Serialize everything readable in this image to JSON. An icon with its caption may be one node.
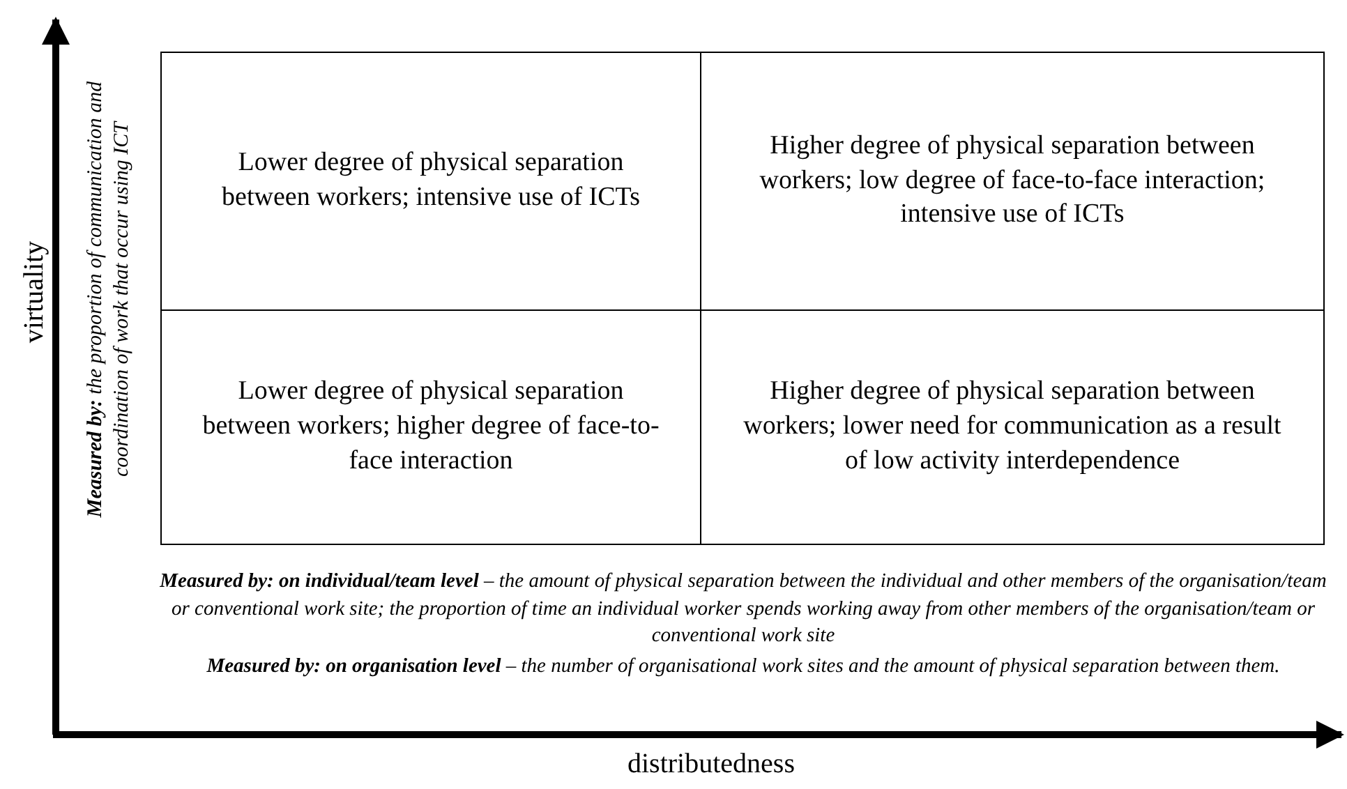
{
  "diagram": {
    "nodes": [
      {
        "text": [
          "Lower degree of physical separation between workers; intensive use of ICTs"
        ]
      },
      {
        "text": [
          "Higher degree of physical separation between workers; low degree of face-to-face interaction; intensive use of ICTs"
        ]
      },
      {
        "text": [
          "Lower degree of physical separation between workers; higher degree of face-to-face interaction"
        ]
      },
      {
        "text": [
          "Higher degree of physical separation between workers; lower need for communication as a result of low activity interdependence"
        ]
      }
    ],
    "edges": [],
    "labels": [
      "virtuality",
      "**Measured by:** the proportion of communication and coordination of work that occur using ICT",
      "**Measured by: on individual/team level** – the amount of physical separation between the individual and other members of the organisation/team or conventional work site; the proportion of time an individual worker spends working away from other members of the organisation/team or conventional work site",
      "**Measured by: on organisation level** – the number of organisational work sites and the amount of physical separation between them.",
      "distributedness"
    ]
  }
}
